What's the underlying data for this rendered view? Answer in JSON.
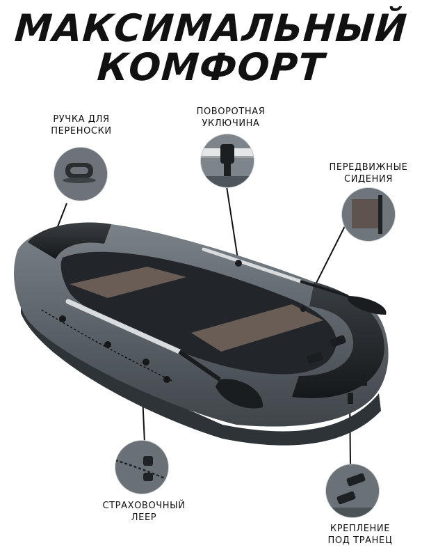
{
  "headline": {
    "line1": "МАКСИМАЛЬНЫЙ",
    "line2": "КОМФОРТ"
  },
  "callouts": [
    {
      "id": "handle",
      "line1": "РУЧКА ДЛЯ",
      "line2": "ПЕРЕНОСКИ",
      "icon": "carry-handle-icon"
    },
    {
      "id": "oarlock",
      "line1": "ПОВОРОТНАЯ",
      "line2": "УКЛЮЧИНА",
      "icon": "oarlock-icon"
    },
    {
      "id": "seats",
      "line1": "ПЕРЕДВИЖНЫЕ",
      "line2": "СИДЕНИЯ",
      "icon": "seat-icon"
    },
    {
      "id": "lifeline",
      "line1": "СТРАХОВОЧНЫЙ",
      "line2": "ЛЕЕР",
      "icon": "lifeline-icon"
    },
    {
      "id": "transom",
      "line1": "КРЕПЛЕНИЕ",
      "line2": "ПОД ТРАНЕЦ",
      "icon": "transom-mount-icon"
    }
  ],
  "colors": {
    "tube_gray": "#5f666c",
    "tube_black": "#1f2326",
    "floor": "#24282b",
    "seat": "#6a5d55",
    "oar_shaft": "#d9dcde"
  }
}
